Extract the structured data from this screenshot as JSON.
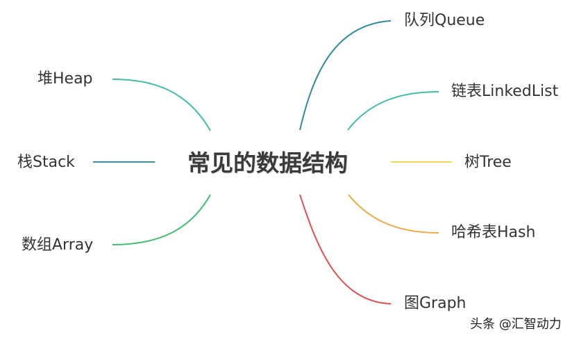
{
  "mindmap": {
    "root": {
      "label": "常见的数据结构"
    },
    "branches": [
      {
        "id": "queue",
        "label": "队列Queue",
        "side": "right",
        "color": "#2a8c9c"
      },
      {
        "id": "linkedlist",
        "label": "链表LinkedList",
        "side": "right",
        "color": "#3cbfa8"
      },
      {
        "id": "tree",
        "label": "树Tree",
        "side": "right",
        "color": "#f2d94e"
      },
      {
        "id": "hash",
        "label": "哈希表Hash",
        "side": "right",
        "color": "#f5a742"
      },
      {
        "id": "graph",
        "label": "图Graph",
        "side": "right",
        "color": "#e84a4a"
      },
      {
        "id": "heap",
        "label": "堆Heap",
        "side": "left",
        "color": "#3cbfa8"
      },
      {
        "id": "stack",
        "label": "栈Stack",
        "side": "left",
        "color": "#3a8f9c"
      },
      {
        "id": "array",
        "label": "数组Array",
        "side": "left",
        "color": "#3dbf6e"
      }
    ]
  },
  "watermark": {
    "text": "头条 @汇智动力"
  }
}
